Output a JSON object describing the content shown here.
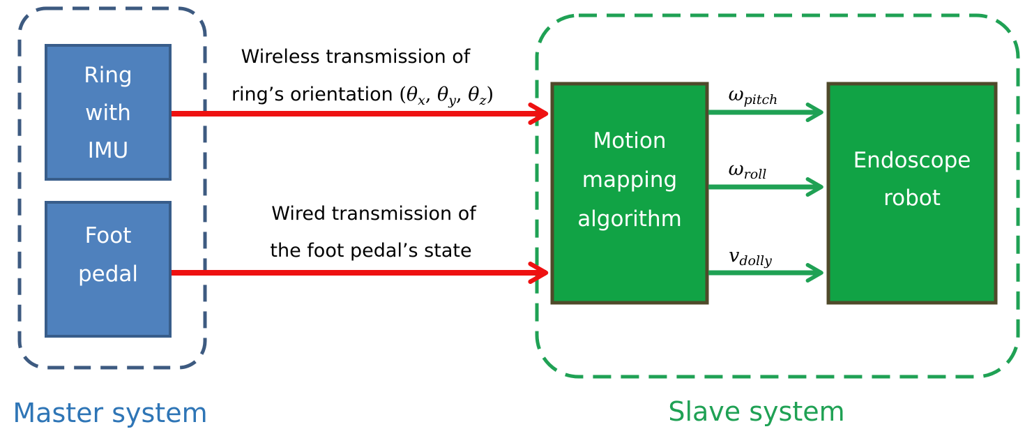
{
  "colors": {
    "master": "#3d5a80",
    "slave": "#1fa154",
    "master_box_fill": "#4f81bd",
    "master_box_stroke": "#385d8a",
    "slave_box_fill": "#11a345",
    "slave_box_stroke": "#4f4a2a",
    "wire_red": "#ee1111",
    "arrow_green": "#1fa154"
  },
  "master": {
    "label": "Master system",
    "ring_box": [
      "Ring",
      "with",
      "IMU"
    ],
    "foot_box": [
      "Foot",
      "pedal"
    ]
  },
  "slave": {
    "label": "Slave system",
    "motion_box": [
      "Motion",
      "mapping",
      "algorithm"
    ],
    "robot_box": [
      "Endoscope",
      "robot"
    ]
  },
  "edges": {
    "wireless_line1": "Wireless transmission of",
    "wireless_line2": "ring’s orientation",
    "theta": "θ",
    "sub_x": "x",
    "sub_y": "y",
    "sub_z": "z",
    "wired_line1": "Wired transmission of",
    "wired_line2": "the foot pedal’s state",
    "omega": "ω",
    "v": "v",
    "pitch": "pitch",
    "roll": "roll",
    "dolly": "dolly"
  }
}
